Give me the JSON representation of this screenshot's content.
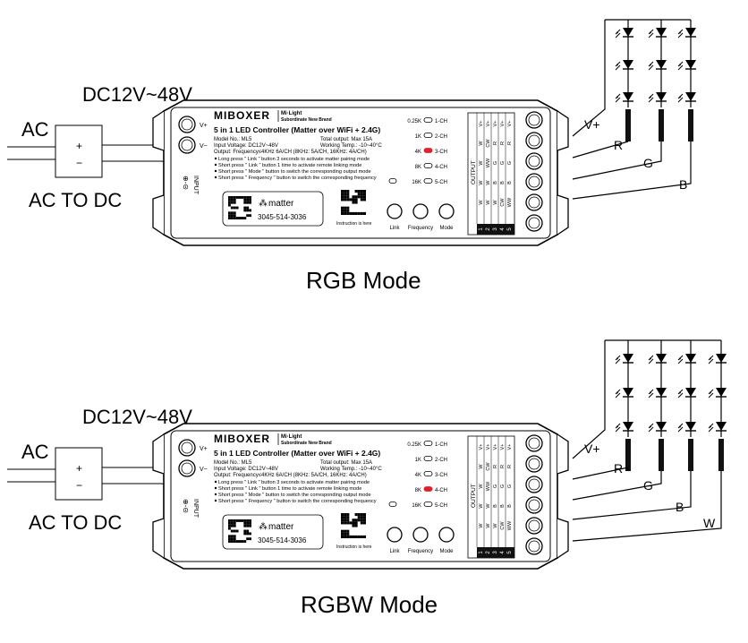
{
  "diagrams": [
    {
      "mode_title": "RGB Mode",
      "voltage": "DC12V~48V",
      "ac": "AC",
      "converter": "AC TO DC",
      "plus": "+",
      "minus": "−",
      "output_labels": {
        "vplus": "V+",
        "wires": [
          "R",
          "G",
          "B"
        ]
      }
    },
    {
      "mode_title": "RGBW Mode",
      "voltage": "DC12V~48V",
      "ac": "AC",
      "converter": "AC TO DC",
      "plus": "+",
      "minus": "−",
      "output_labels": {
        "vplus": "V+",
        "wires": [
          "R",
          "G",
          "B",
          "W"
        ]
      }
    }
  ],
  "controller": {
    "brand": "MIBOXER",
    "sub_brand_line1": "Mi·Light",
    "sub_brand_line2": "Subordinate New Brand",
    "title": "5 in 1 LED Controller (Matter over WiFi + 2.4G)",
    "model": "Model No.: ML5",
    "input_voltage": "Input Voltage: DC12V~48V",
    "output_freq": "Output: Frequency≤4KHz 6A/CH (8KHz: 5A/CH, 16KHz: 4A/CH)",
    "total_output": "Total output: Max 15A",
    "working_temp": "Working Temp.: -10~40°C",
    "instructions": [
      "Long press \" Link \" button 3 seconds to activate matter pairing mode",
      "Short press \" Link \" button 1 time to activate remote linking mode",
      "Short press \" Mode \" button to switch the corresponding output mode",
      "Short press \" Frequency \" button to switch the corresponding frequency"
    ],
    "matter_label": "matter",
    "matter_code": "3045-514-3036",
    "qr_caption": "Instruction is here",
    "buttons": [
      "Link",
      "Frequency",
      "Mode"
    ],
    "input_label": "INPUT",
    "vplus": "V+",
    "vminus": "V−",
    "freq_labels": [
      "0.25K",
      "1K",
      "4K",
      "8K",
      "16K"
    ],
    "ch_labels": [
      "1-CH",
      "2-CH",
      "3-CH",
      "4-CH",
      "5-CH"
    ],
    "output_label": "OUTPUT",
    "table_cols": [
      [
        "V+",
        "W",
        "W",
        "W",
        "W"
      ],
      [
        "V+",
        "CW",
        "WW",
        "W",
        "W"
      ],
      [
        "V+",
        "R",
        "G",
        "B",
        "W"
      ],
      [
        "V+",
        "R",
        "G",
        "B",
        "CW"
      ],
      [
        "V+",
        "R",
        "G",
        "B",
        "WW"
      ]
    ],
    "terminal_nums": [
      "1",
      "2",
      "3",
      "4",
      "5"
    ],
    "active_led_color": "#e0202a"
  },
  "active_frequency_index": [
    2,
    3
  ]
}
